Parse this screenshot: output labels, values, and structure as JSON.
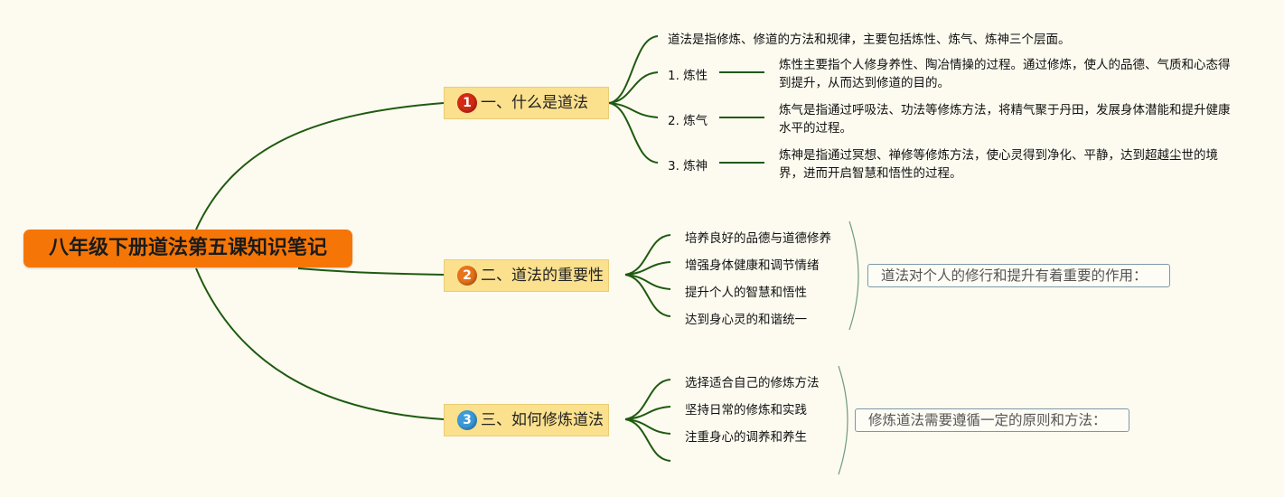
{
  "root": {
    "title": "八年级下册道法第五课知识笔记"
  },
  "branches": [
    {
      "num": "1",
      "title": "一、什么是道法",
      "intro": "道法是指修炼、修道的方法和规律，主要包括炼性、炼气、炼神三个层面。",
      "items": [
        {
          "label": "1. 炼性",
          "desc": "炼性主要指个人修身养性、陶冶情操的过程。通过修炼，使人的品德、气质和心态得到提升，从而达到修道的目的。"
        },
        {
          "label": "2. 炼气",
          "desc": "炼气是指通过呼吸法、功法等修炼方法，将精气聚于丹田，发展身体潜能和提升健康水平的过程。"
        },
        {
          "label": "3. 炼神",
          "desc": "炼神是指通过冥想、禅修等修炼方法，使心灵得到净化、平静，达到超越尘世的境界，进而开启智慧和悟性的过程。"
        }
      ]
    },
    {
      "num": "2",
      "title": "二、道法的重要性",
      "items": [
        "培养良好的品德与道德修养",
        "增强身体健康和调节情绪",
        "提升个人的智慧和悟性",
        "达到身心灵的和谐统一"
      ],
      "summary": "道法对个人的修行和提升有着重要的作用："
    },
    {
      "num": "3",
      "title": "三、如何修炼道法",
      "items": [
        "选择适合自己的修炼方法",
        "坚持日常的修炼和实践",
        "注重身心的调养和养生",
        ""
      ],
      "summary": "修炼道法需要遵循一定的原则和方法："
    }
  ],
  "colors": {
    "line": "#1f5a10",
    "bracket": "#6f9a86",
    "root": "#f57606",
    "branch": "#fbe08e"
  }
}
